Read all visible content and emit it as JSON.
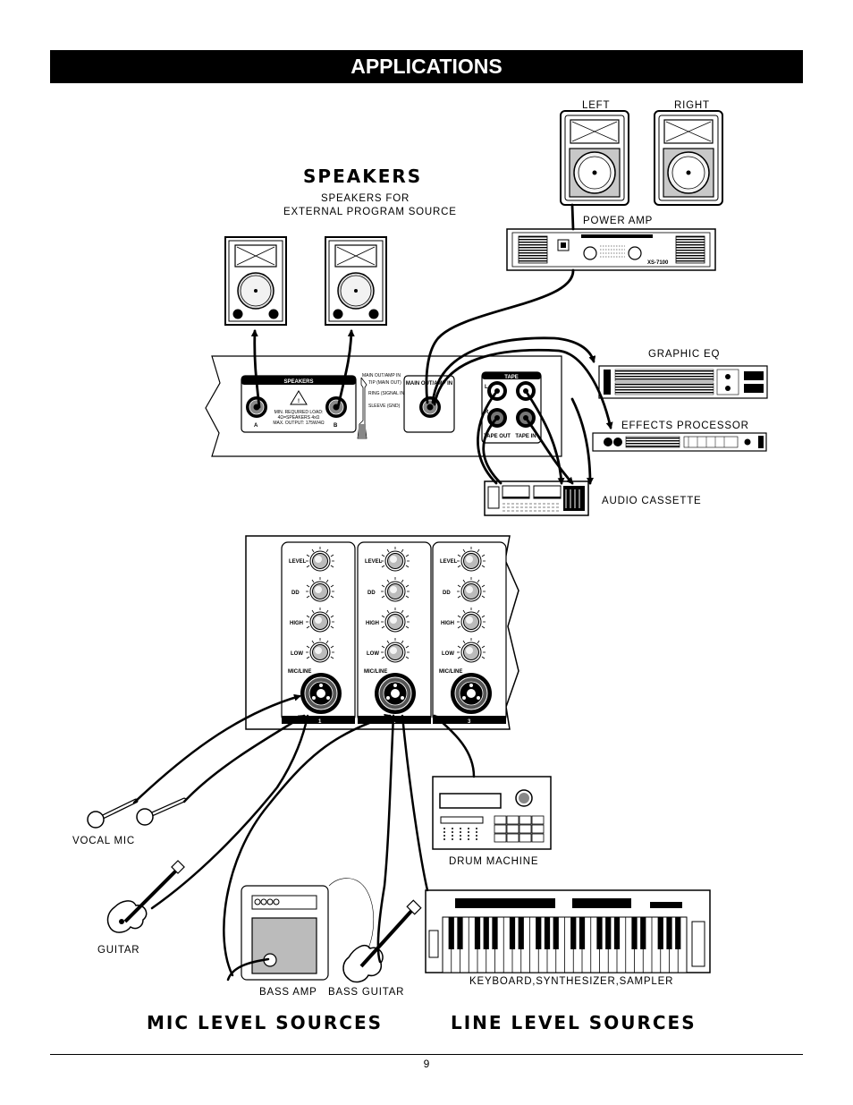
{
  "header": {
    "title": "APPLICATIONS"
  },
  "labels": {
    "speakers_heading": "SPEAKERS",
    "speakers_sub_1": "SPEAKERS FOR",
    "speakers_sub_2": "EXTERNAL PROGRAM SOURCE",
    "left": "LEFT",
    "right": "RIGHT",
    "power_amp": "POWER AMP",
    "graphic_eq": "GRAPHIC EQ",
    "effects_processor": "EFFECTS PROCESSOR",
    "audio_cassette": "AUDIO CASSETTE",
    "drum_machine": "DRUM MACHINE",
    "vocal_mic": "VOCAL MIC",
    "guitar": "GUITAR",
    "bass_amp": "BASS AMP",
    "bass_guitar": "BASS GUITAR",
    "keyboard": "KEYBOARD,SYNTHESIZER,SAMPLER",
    "mic_level": "MIC LEVEL SOURCES",
    "line_level": "LINE LEVEL SOURCES"
  },
  "panel": {
    "speakers_box": "SPEAKERS",
    "min_load_1": "MIN. REQUIRED LOAD:",
    "min_load_2": "4Ω=SPEAKERS 4xΩ",
    "max_output": "MAX. OUTPUT: 175W/4Ω",
    "jack_a": "A",
    "jack_b": "B",
    "main_out_amp_in": "MAIN OUT/AMP IN",
    "main_out_amp_in_2": "MAIN OUT/AMP IN",
    "tip": "TIP (MAIN OUT)",
    "ring": "RING (SIGNAL IN)",
    "sleeve": "SLEEVE (GND)",
    "tape": "TAPE",
    "tape_out": "TAPE OUT",
    "tape_in": "TAPE IN",
    "tape_l": "L",
    "tape_r": "R",
    "amp_model": "XS-7100"
  },
  "channels": {
    "knobs": [
      "LEVEL",
      "DD",
      "HIGH",
      "LOW"
    ],
    "input": "MIC/LINE",
    "numbers": [
      "1",
      "2",
      "3"
    ]
  },
  "footer": {
    "page_number": "9"
  }
}
